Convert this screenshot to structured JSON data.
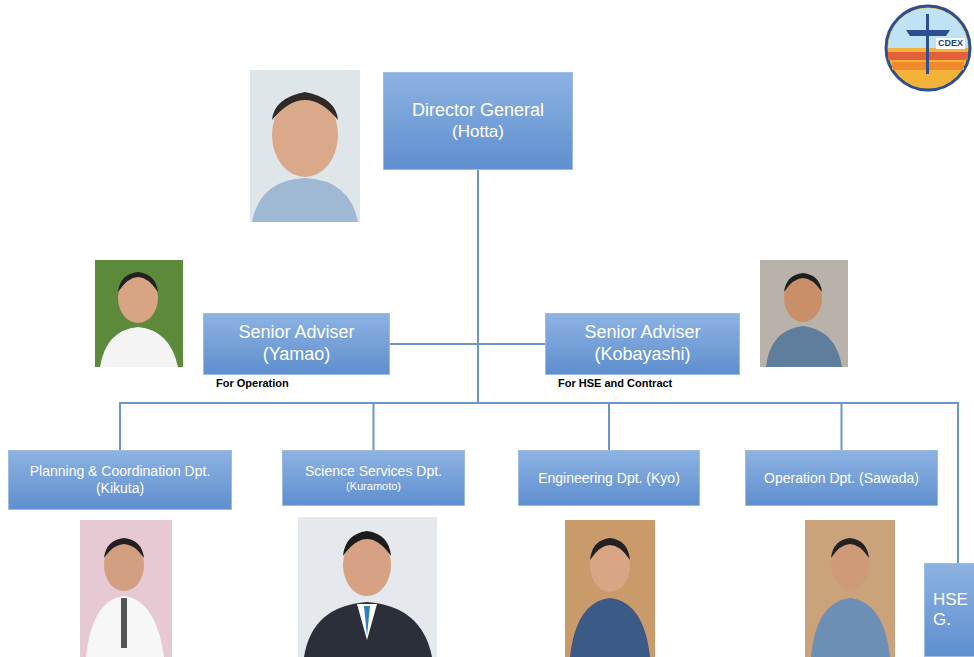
{
  "diagram": {
    "nodes": [
      {
        "text": [
          "Director General",
          "(Hotta)"
        ]
      },
      {
        "text": [
          "Senior Adviser (Yamao)",
          "For Operation"
        ]
      },
      {
        "text": [
          "Senior Adviser (Kobayashi)",
          "For HSE and Contract"
        ]
      },
      {
        "text": [
          "Planning & Coordination Dpt. (Kikuta)"
        ]
      },
      {
        "text": [
          "Science Services Dpt.",
          "(Kuramoto)"
        ]
      },
      {
        "text": [
          "Engineering Dpt. (Kyo)"
        ]
      },
      {
        "text": [
          "Operation Dpt. (Sawada)"
        ]
      },
      {
        "text": [
          "HSE G."
        ]
      }
    ],
    "edges": [
      {
        "from": 0,
        "to": 1,
        "arrow": "none"
      },
      {
        "from": 0,
        "to": 2,
        "arrow": "none"
      },
      {
        "from": 0,
        "to": 3,
        "arrow": "none"
      },
      {
        "from": 0,
        "to": 4,
        "arrow": "none"
      },
      {
        "from": 0,
        "to": 5,
        "arrow": "none"
      },
      {
        "from": 0,
        "to": 6,
        "arrow": "none"
      },
      {
        "from": 0,
        "to": 7,
        "arrow": "none"
      }
    ],
    "labels": [
      "CDEX"
    ]
  }
}
